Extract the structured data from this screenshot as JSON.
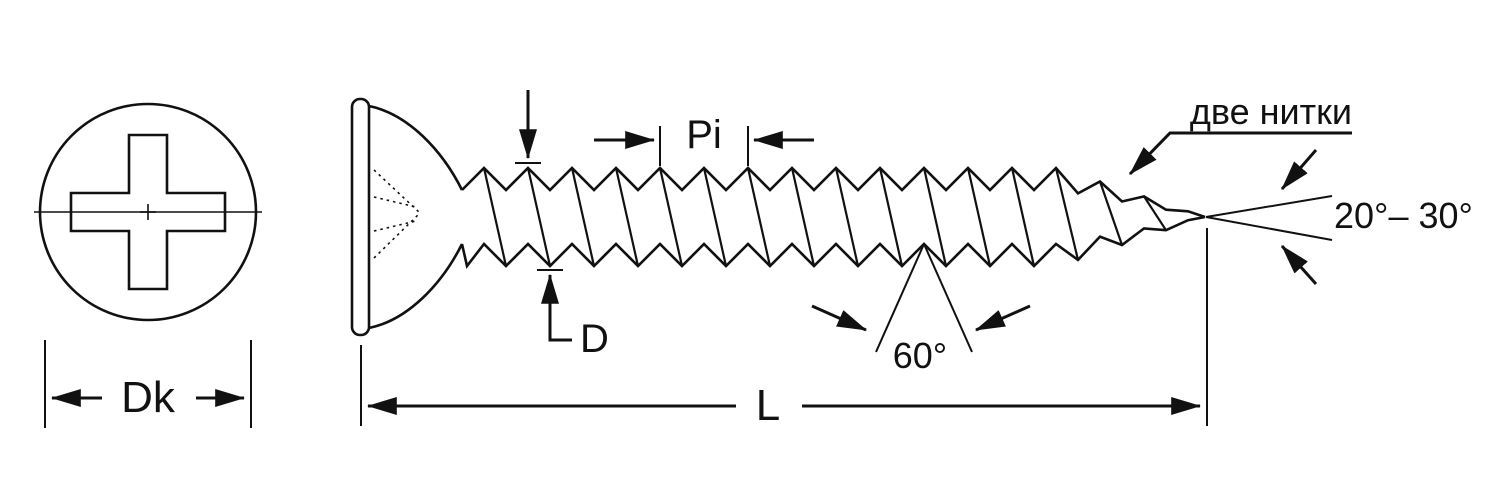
{
  "diagram": {
    "title_semantic": "drywall-screw-dimension-diagram",
    "labels": {
      "head_diameter": "Dk",
      "pitch": "Pi",
      "thread_diameter": "D",
      "thread_angle": "60°",
      "double_thread_note": "две нитки",
      "tip_angle": "20°– 30°",
      "length": "L"
    },
    "colors": {
      "line": "#111111",
      "background": "#ffffff"
    }
  }
}
